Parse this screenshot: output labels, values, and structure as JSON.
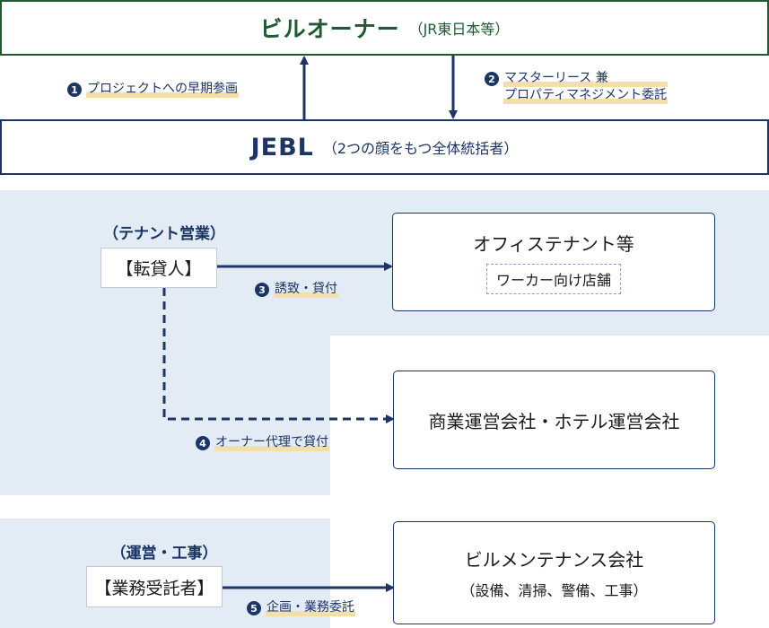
{
  "owner": {
    "title": "ビルオーナー",
    "sub": "（JR東日本等）"
  },
  "jebl": {
    "title": "JEBL",
    "sub": "（2つの顔をもつ全体統括者）"
  },
  "flows": [
    {
      "num": "1",
      "lines": [
        "プロジェクトへの早期参画"
      ]
    },
    {
      "num": "2",
      "lines": [
        "マスターリース 兼",
        "プロパティマネジメント委託"
      ]
    },
    {
      "num": "3",
      "lines": [
        "誘致・貸付"
      ]
    },
    {
      "num": "4",
      "lines": [
        "オーナー代理で貸付"
      ]
    },
    {
      "num": "5",
      "lines": [
        "企画・業務委託"
      ]
    }
  ],
  "tenant_role": {
    "head": "（テナント営業）",
    "box": "【転貸人】"
  },
  "ops_role": {
    "head": "（運営・工事）",
    "box": "【業務受託者】"
  },
  "targets": {
    "office": {
      "title": "オフィステナント等",
      "badge": "ワーカー向け店舗"
    },
    "commercial": {
      "title": "商業運営会社・ホテル運営会社"
    },
    "maintenance": {
      "title": "ビルメンテナンス会社",
      "sub": "（設備、清掃、警備、工事）"
    }
  },
  "colors": {
    "owner_green": "#1f5a33",
    "navy": "#1c3566",
    "band": "#e3ecf5",
    "highlight": "#f3dfa9"
  }
}
